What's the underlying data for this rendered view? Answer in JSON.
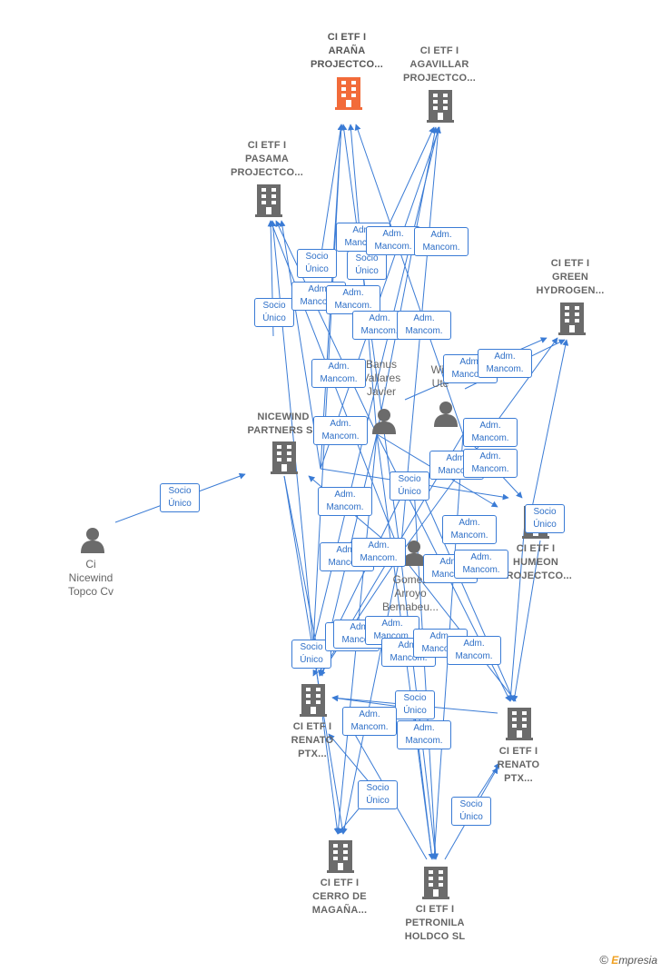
{
  "colors": {
    "edge": "#3a7bd5",
    "company": "#6b6b6b",
    "company_main": "#f26b3a",
    "person": "#6b6b6b"
  },
  "companies": [
    {
      "id": "arana",
      "lines": [
        "CI ETF I",
        "ARAÑA",
        "PROJECTCO..."
      ],
      "main": true
    },
    {
      "id": "agavillar",
      "lines": [
        "CI ETF I",
        "AGAVILLAR",
        "PROJECTCO..."
      ]
    },
    {
      "id": "pasama",
      "lines": [
        "CI ETF I",
        "PASAMA",
        "PROJECTCO..."
      ]
    },
    {
      "id": "green",
      "lines": [
        "CI ETF I",
        "GREEN",
        "HYDROGEN..."
      ]
    },
    {
      "id": "nicewind",
      "lines": [
        "NICEWIND",
        "PARTNERS  SL"
      ]
    },
    {
      "id": "humeon",
      "lines": [
        "CI ETF I",
        "HUMEON",
        "PROJECTCO..."
      ]
    },
    {
      "id": "renato1",
      "lines": [
        "CI ETF I",
        "RENATO",
        "PTX..."
      ]
    },
    {
      "id": "renato2",
      "lines": [
        "CI ETF I",
        "RENATO",
        "PTX..."
      ]
    },
    {
      "id": "cerro",
      "lines": [
        "CI ETF I",
        "CERRO DE",
        "MAGAÑA..."
      ]
    },
    {
      "id": "petronila",
      "lines": [
        "CI ETF I",
        "PETRONILA",
        "HOLDCO  SL"
      ]
    }
  ],
  "persons": [
    {
      "id": "topco",
      "lines": [
        "Ci",
        "Nicewind",
        "Topco Cv"
      ]
    },
    {
      "id": "banus",
      "lines": [
        "Banus",
        "Vallares",
        "Javier"
      ]
    },
    {
      "id": "wind",
      "lines": [
        "Win",
        "Ute"
      ]
    },
    {
      "id": "gomez",
      "lines": [
        "Gomez",
        "Arroyo",
        "Bernabeu..."
      ]
    }
  ],
  "relations": [
    {
      "lines": [
        "Socio",
        "Único"
      ]
    },
    {
      "lines": [
        "Adm.",
        "Mancom."
      ]
    }
  ],
  "copyright": {
    "symbol": "©",
    "brand_initial": "E",
    "brand_rest": "mpresia"
  }
}
